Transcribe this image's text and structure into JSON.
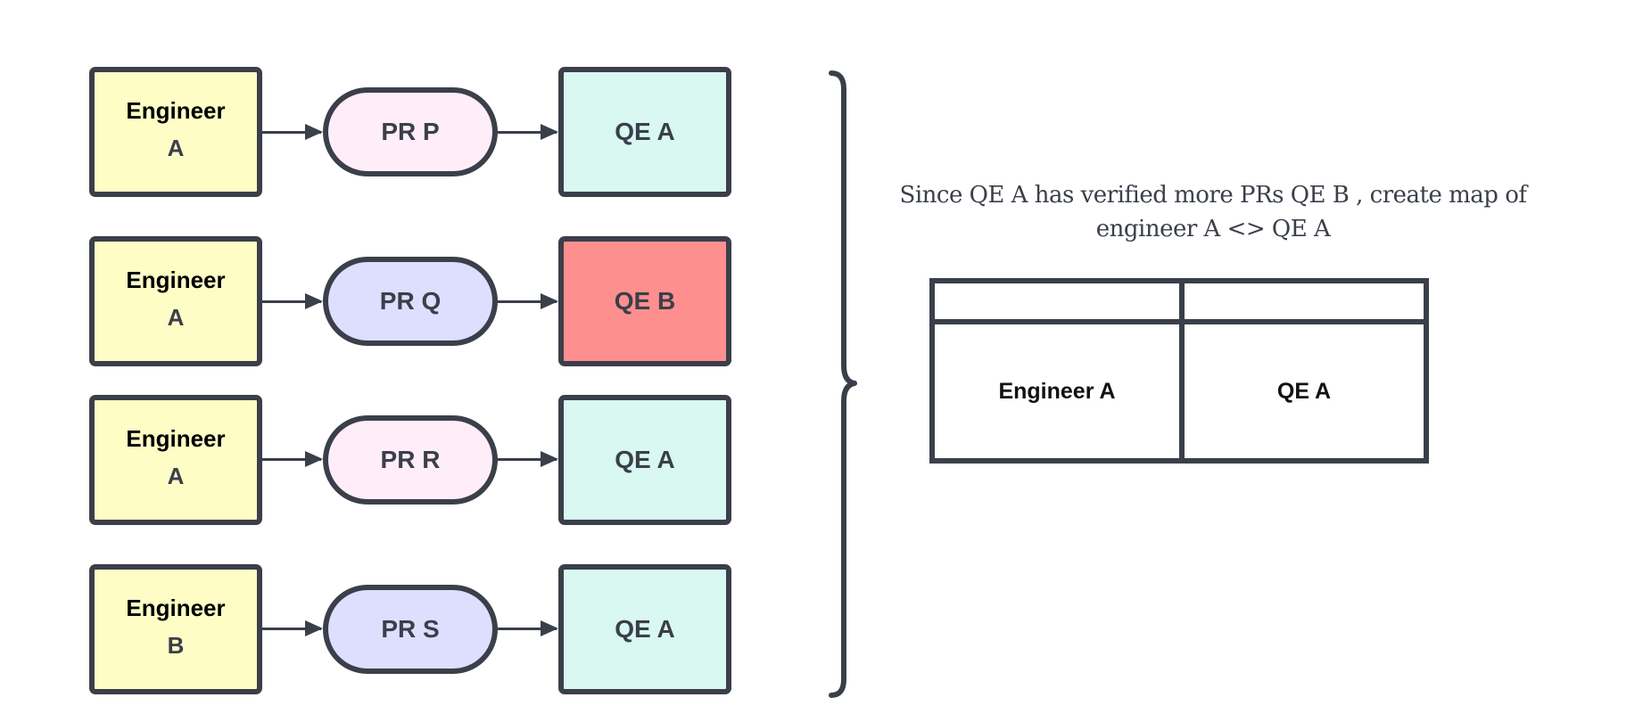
{
  "rows": [
    {
      "engineer": {
        "line1": "Engineer",
        "line2": "A"
      },
      "pr": {
        "label": "PR P",
        "color": "#ffeef9"
      },
      "qe": {
        "label": "QE A",
        "color": "#d8f8f1"
      }
    },
    {
      "engineer": {
        "line1": "Engineer",
        "line2": "A"
      },
      "pr": {
        "label": "PR Q",
        "color": "#dedeff"
      },
      "qe": {
        "label": "QE B",
        "color": "#ff8f8f"
      }
    },
    {
      "engineer": {
        "line1": "Engineer",
        "line2": "A"
      },
      "pr": {
        "label": "PR R",
        "color": "#ffeef9"
      },
      "qe": {
        "label": "QE A",
        "color": "#d8f8f1"
      }
    },
    {
      "engineer": {
        "line1": "Engineer",
        "line2": "B"
      },
      "pr": {
        "label": "PR S",
        "color": "#dedeff"
      },
      "qe": {
        "label": "QE A",
        "color": "#d8f8f1"
      }
    }
  ],
  "caption": {
    "line1": "Since QE A  has verified more PRs QE B , create map of",
    "line2": "engineer A <> QE A"
  },
  "mapping_table": {
    "headers": [
      "",
      ""
    ],
    "cells": [
      "Engineer A",
      "QE A"
    ]
  },
  "colors": {
    "stroke": "#3a3f4a",
    "engineer_fill": "#fffdc6"
  }
}
